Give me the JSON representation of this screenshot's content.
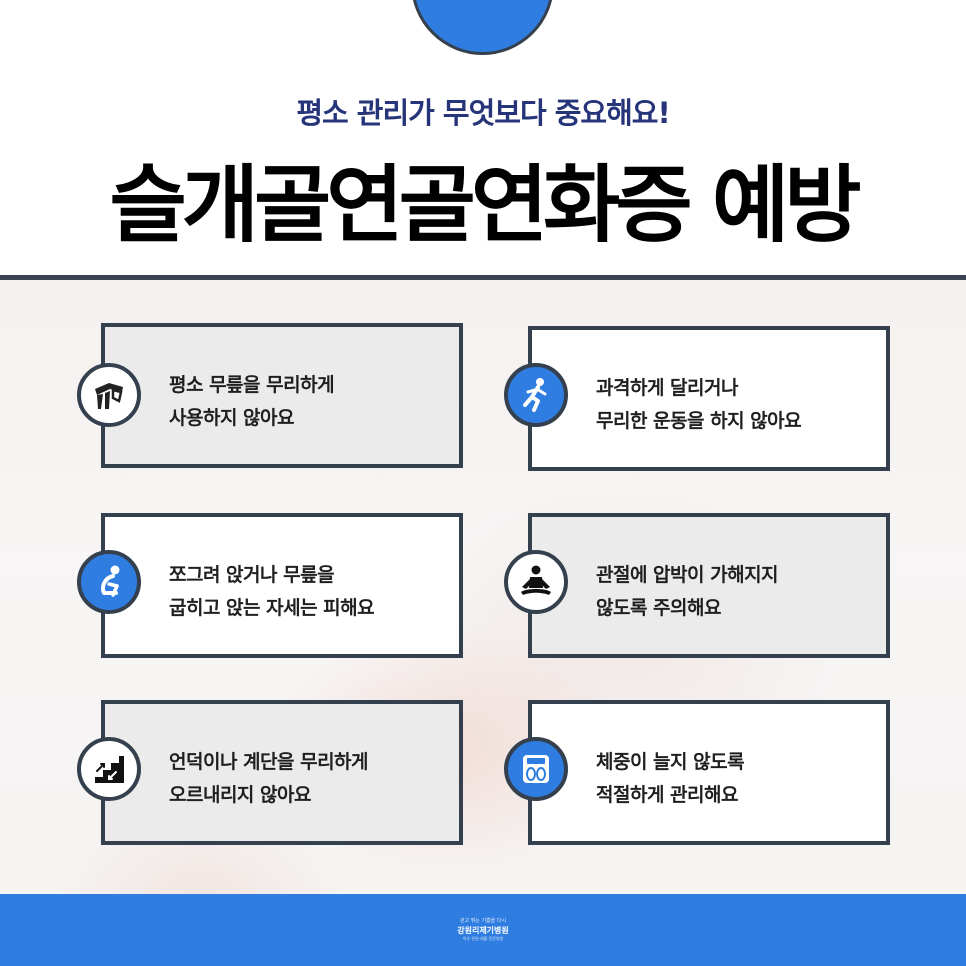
{
  "header": {
    "subtitle": "평소 관리가 무엇보다 중요해요!",
    "title": "슬개골연골연화증 예방"
  },
  "cards": [
    {
      "lines": [
        "평소 무릎을 무리하게",
        "사용하지 않아요"
      ],
      "icon": "knee-brace-icon"
    },
    {
      "lines": [
        "과격하게 달리거나",
        "무리한 운동을 하지 않아요"
      ],
      "icon": "running-person-icon"
    },
    {
      "lines": [
        "쪼그려 앉거나 무릎을",
        "굽히고 앉는 자세는 피해요"
      ],
      "icon": "squatting-person-icon"
    },
    {
      "lines": [
        "관절에 압박이 가해지지",
        "않도록 주의해요"
      ],
      "icon": "meditation-person-icon"
    },
    {
      "lines": [
        "언덕이나 계단을 무리하게",
        "오르내리지 않아요"
      ],
      "icon": "stairs-icon"
    },
    {
      "lines": [
        "체중이 늘지 않도록",
        "적절하게 관리해요"
      ],
      "icon": "scale-icon"
    }
  ],
  "footer": {
    "tagline": "걷고 뛰는 기쁨을 다시",
    "name": "강원리제기병원",
    "sub": "척추·관절·재활 전문병원"
  },
  "colors": {
    "accent": "#2f7de0",
    "dark": "#34404d",
    "subtitle": "#26347a"
  }
}
